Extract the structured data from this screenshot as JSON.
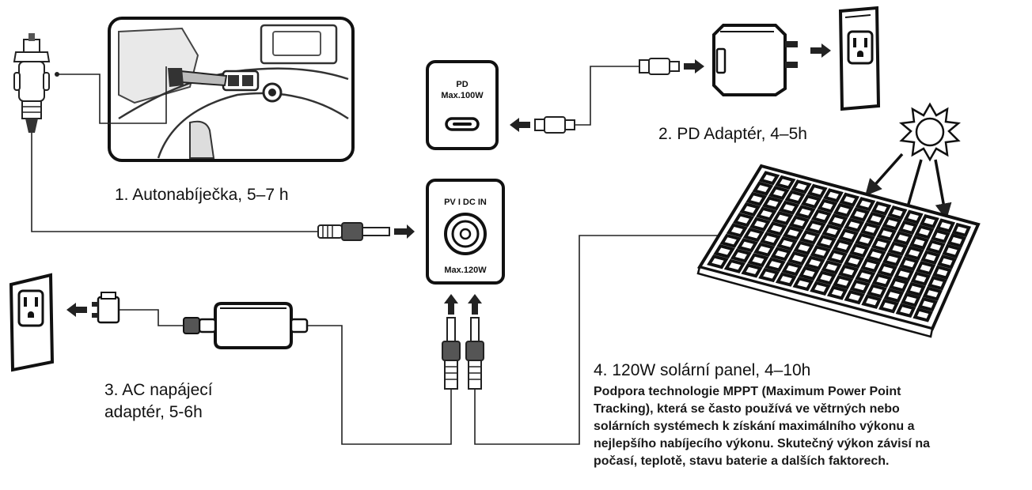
{
  "ports": {
    "pd": {
      "line1": "PD",
      "line2": "Max.100W"
    },
    "dc": {
      "line1": "PV I DC IN",
      "line2": "Max.120W"
    }
  },
  "labels": {
    "car": "1. Autonabíječka, 5–7 h",
    "pd": "2. PD Adaptér, 4–5h",
    "ac_line1": "3. AC napájecí",
    "ac_line2": "adaptér, 5-6h",
    "solar_title": "4. 120W solární panel, 4–10h",
    "solar_desc": [
      "Podpora technologie MPPT (Maximum Power Point",
      "Tracking), která se často používá ve větrných nebo",
      "solárních systémech k získání maximálního výkonu a",
      "nejlepšího nabíjecího výkonu. Skutečný výkon závisí na",
      "počasí, teplotě, stavu baterie a dalších faktorech."
    ]
  },
  "icons": [
    "car-charger-icon",
    "car-interior-icon",
    "usb-c-port-icon",
    "dc-port-icon",
    "wall-adapter-icon",
    "wall-outlet-icon",
    "sun-icon",
    "solar-panel-icon",
    "ac-adapter-icon",
    "arrow-icon"
  ]
}
